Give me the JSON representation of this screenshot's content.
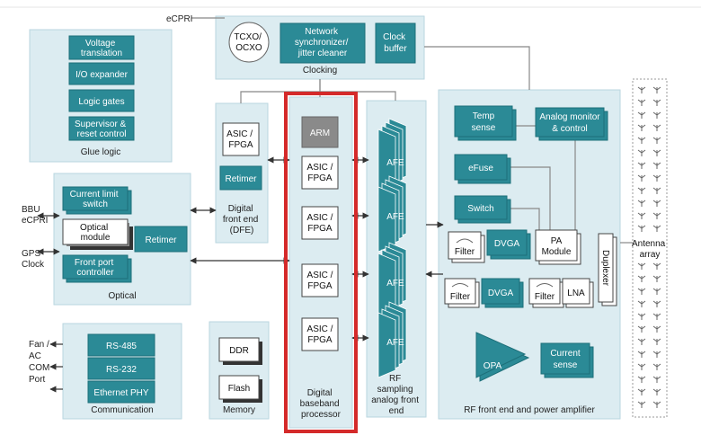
{
  "external": {
    "ecpri_top": "eCPRI",
    "bbu_ecpri": [
      "BBU",
      "eCPRI"
    ],
    "gps_clock": [
      "GPS",
      "Clock"
    ],
    "fan_ac_com_port": [
      "Fan /",
      "AC",
      "COM",
      "Port"
    ]
  },
  "clocking": {
    "label": "Clocking",
    "tcxo": [
      "TCXO/",
      "OCXO"
    ],
    "network_sync": [
      "Network",
      "synchronizer/",
      "jitter cleaner"
    ],
    "clock_buffer": [
      "Clock",
      "buffer"
    ]
  },
  "glue_logic": {
    "label": "Glue logic",
    "voltage_translation": [
      "Voltage",
      "translation"
    ],
    "io_expander": [
      "I/O expander"
    ],
    "logic_gates": [
      "Logic gates"
    ],
    "supervisor": [
      "Supervisor &",
      "reset control"
    ]
  },
  "optical": {
    "label": "Optical",
    "current_limit": [
      "Current limit",
      "switch"
    ],
    "optical_module": [
      "Optical",
      "module"
    ],
    "front_port": [
      "Front port",
      "controller"
    ],
    "retimer": [
      "Retimer"
    ]
  },
  "dfe": {
    "label": [
      "Digital",
      "front end",
      "(DFE)"
    ],
    "asic_fpga": [
      "ASIC /",
      "FPGA"
    ],
    "retimer": [
      "Retimer"
    ]
  },
  "baseband": {
    "label": [
      "Digital",
      "baseband",
      "processor"
    ],
    "arm": "ARM",
    "asic_fpga": [
      "ASIC /",
      "FPGA"
    ]
  },
  "rf_sampling": {
    "label": [
      "RF",
      "sampling",
      "analog front",
      "end"
    ],
    "afe": "AFE"
  },
  "rf_front_end": {
    "label": "RF front end and power amplifier",
    "temp_sense": [
      "Temp",
      "sense"
    ],
    "analog_monitor": [
      "Analog monitor",
      "& control"
    ],
    "efuse": [
      "eFuse"
    ],
    "switch": [
      "Switch"
    ],
    "filter": "Filter",
    "dvga": "DVGA",
    "pa_module": [
      "PA",
      "Module"
    ],
    "duplexer": "Duplexer",
    "lna": "LNA",
    "opa": "OPA",
    "current_sense": [
      "Current",
      "sense"
    ]
  },
  "antenna": {
    "label": [
      "Antenna",
      "array"
    ]
  },
  "communication": {
    "label": "Communication",
    "rs485": [
      "RS-485"
    ],
    "rs232": [
      "RS-232"
    ],
    "ethernet": [
      "Ethernet PHY"
    ]
  },
  "memory": {
    "label": "Memory",
    "ddr": [
      "DDR"
    ],
    "flash": [
      "Flash"
    ]
  },
  "colors": {
    "block": "#2b8a96",
    "region": "#dcecf1",
    "highlight": "#d42a2a"
  }
}
